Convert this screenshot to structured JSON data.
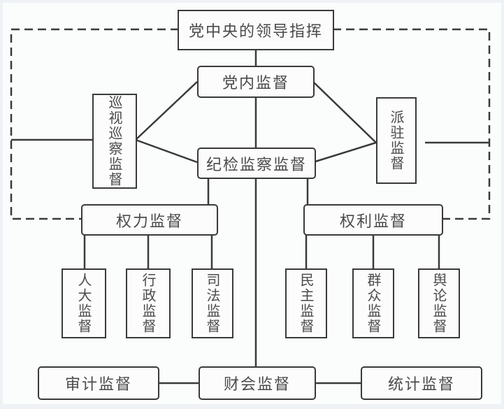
{
  "diagram": {
    "nodes": {
      "central_leadership": "党中央的领导指挥",
      "intra_party": "党内监督",
      "discipline_inspection": "纪检监察监督",
      "patrol_inspection": "巡视巡察监督",
      "stationed": "派驻监督",
      "power_supervision": "权力监督",
      "rights_supervision": "权利监督",
      "npc": "人大监督",
      "administrative": "行政监督",
      "judicial": "司法监督",
      "democratic": "民主监督",
      "mass": "群众监督",
      "public_opinion": "舆论监督",
      "audit": "审计监督",
      "finance_accounting": "财会监督",
      "statistics": "统计监督"
    },
    "edges": [
      [
        "central_leadership",
        "intra_party",
        "solid"
      ],
      [
        "intra_party",
        "discipline_inspection",
        "solid"
      ],
      [
        "intra_party",
        "patrol_inspection",
        "solid"
      ],
      [
        "intra_party",
        "stationed",
        "solid"
      ],
      [
        "discipline_inspection",
        "patrol_inspection",
        "solid"
      ],
      [
        "discipline_inspection",
        "stationed",
        "solid"
      ],
      [
        "discipline_inspection",
        "power_supervision",
        "solid"
      ],
      [
        "discipline_inspection",
        "rights_supervision",
        "solid"
      ],
      [
        "discipline_inspection",
        "finance_accounting",
        "solid"
      ],
      [
        "power_supervision",
        "npc",
        "solid"
      ],
      [
        "power_supervision",
        "administrative",
        "solid"
      ],
      [
        "power_supervision",
        "judicial",
        "solid"
      ],
      [
        "rights_supervision",
        "democratic",
        "solid"
      ],
      [
        "rights_supervision",
        "mass",
        "solid"
      ],
      [
        "rights_supervision",
        "public_opinion",
        "solid"
      ],
      [
        "finance_accounting",
        "audit",
        "solid"
      ],
      [
        "finance_accounting",
        "statistics",
        "solid"
      ],
      [
        "central_leadership",
        "power_supervision",
        "dashed"
      ],
      [
        "central_leadership",
        "rights_supervision",
        "dashed"
      ]
    ]
  }
}
